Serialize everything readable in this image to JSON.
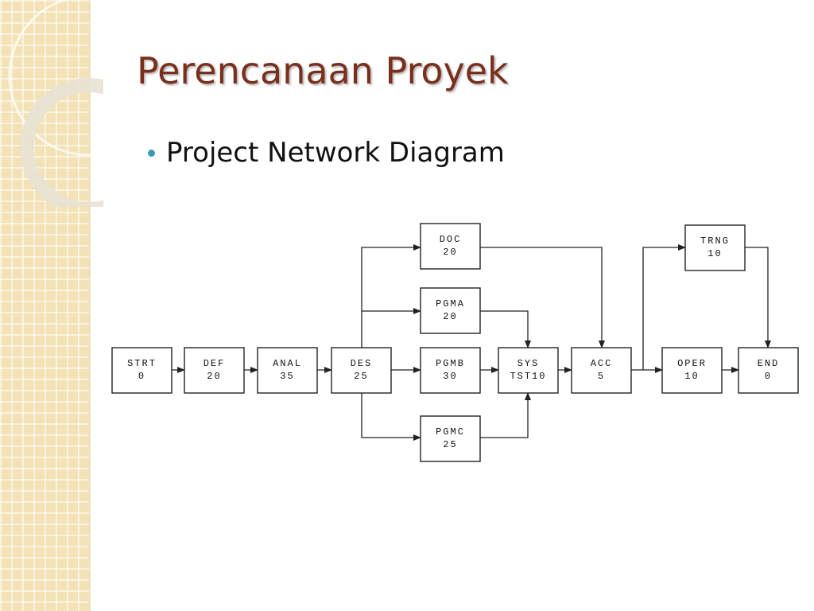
{
  "slide": {
    "title": "Perencanaan Proyek",
    "bullet": "Project Network Diagram"
  },
  "colors": {
    "title": "#7a2f1d",
    "bullet": "#3b9bb5",
    "side_strip": "#f3e2b5",
    "line": "#222222"
  },
  "network": {
    "nodes": [
      {
        "id": "strt",
        "label": "STRT",
        "duration": "0"
      },
      {
        "id": "def",
        "label": "DEF",
        "duration": "20"
      },
      {
        "id": "anal",
        "label": "ANAL",
        "duration": "35"
      },
      {
        "id": "des",
        "label": "DES",
        "duration": "25"
      },
      {
        "id": "doc",
        "label": "DOC",
        "duration": "20"
      },
      {
        "id": "pgma",
        "label": "PGMA",
        "duration": "20"
      },
      {
        "id": "pgmb",
        "label": "PGMB",
        "duration": "30"
      },
      {
        "id": "pgmc",
        "label": "PGMC",
        "duration": "25"
      },
      {
        "id": "systst",
        "label": "SYS",
        "duration": "TST10"
      },
      {
        "id": "acc",
        "label": "ACC",
        "duration": "5"
      },
      {
        "id": "trng",
        "label": "TRNG",
        "duration": "10"
      },
      {
        "id": "oper",
        "label": "OPER",
        "duration": "10"
      },
      {
        "id": "end",
        "label": "END",
        "duration": "0"
      }
    ],
    "edges": [
      [
        "strt",
        "def"
      ],
      [
        "def",
        "anal"
      ],
      [
        "anal",
        "des"
      ],
      [
        "des",
        "doc"
      ],
      [
        "des",
        "pgma"
      ],
      [
        "des",
        "pgmb"
      ],
      [
        "des",
        "pgmc"
      ],
      [
        "doc",
        "acc"
      ],
      [
        "pgma",
        "systst"
      ],
      [
        "pgmb",
        "systst"
      ],
      [
        "pgmc",
        "systst"
      ],
      [
        "systst",
        "acc"
      ],
      [
        "acc",
        "trng"
      ],
      [
        "acc",
        "oper"
      ],
      [
        "trng",
        "end"
      ],
      [
        "oper",
        "end"
      ]
    ]
  }
}
